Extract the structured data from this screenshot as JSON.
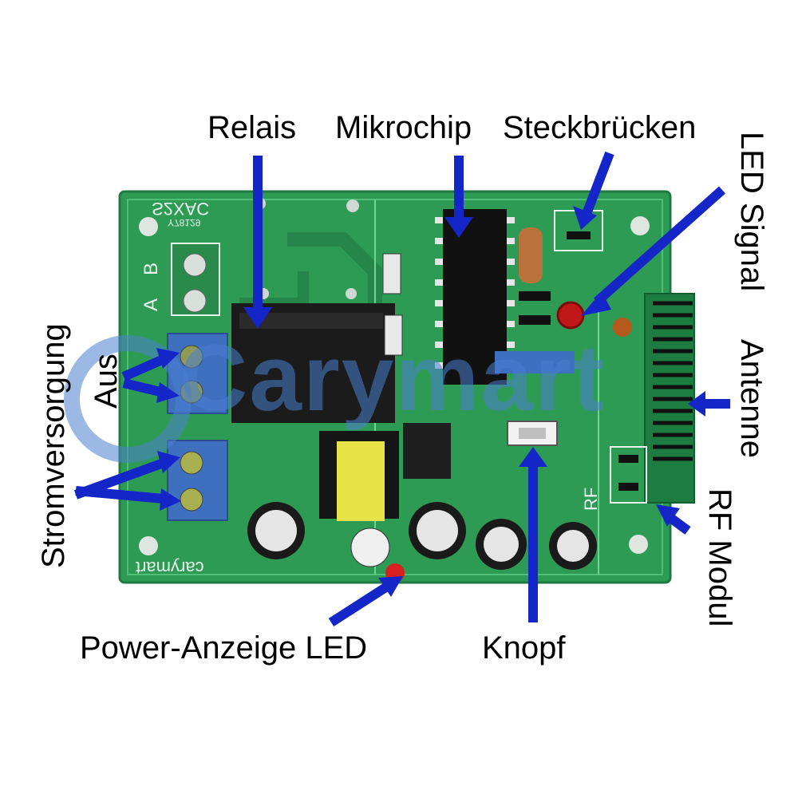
{
  "labels": {
    "relais": "Relais",
    "mikrochip": "Mikrochip",
    "steckbruecken": "Steckbrücken",
    "led_signal": "LED Signal",
    "antenne": "Antenne",
    "rf_modul": "RF Modul",
    "knopf": "Knopf",
    "power_led": "Power-Anzeige LED",
    "stromversorgung": "Stromversorgung",
    "aus": "Aus"
  },
  "board_text": {
    "model": "S2XAC",
    "model_sub": "Y78129",
    "terminal_b": "B",
    "terminal_a": "A",
    "brand": "carymart",
    "rf": "RF",
    "watermark": "Carymart"
  },
  "colors": {
    "board": "#2e9b55",
    "board_dark": "#1f7a41",
    "arrow": "#1526c9",
    "terminal": "#3f6fbf",
    "relay": "#1b1b1b",
    "watermark": "#4a7fd0"
  }
}
